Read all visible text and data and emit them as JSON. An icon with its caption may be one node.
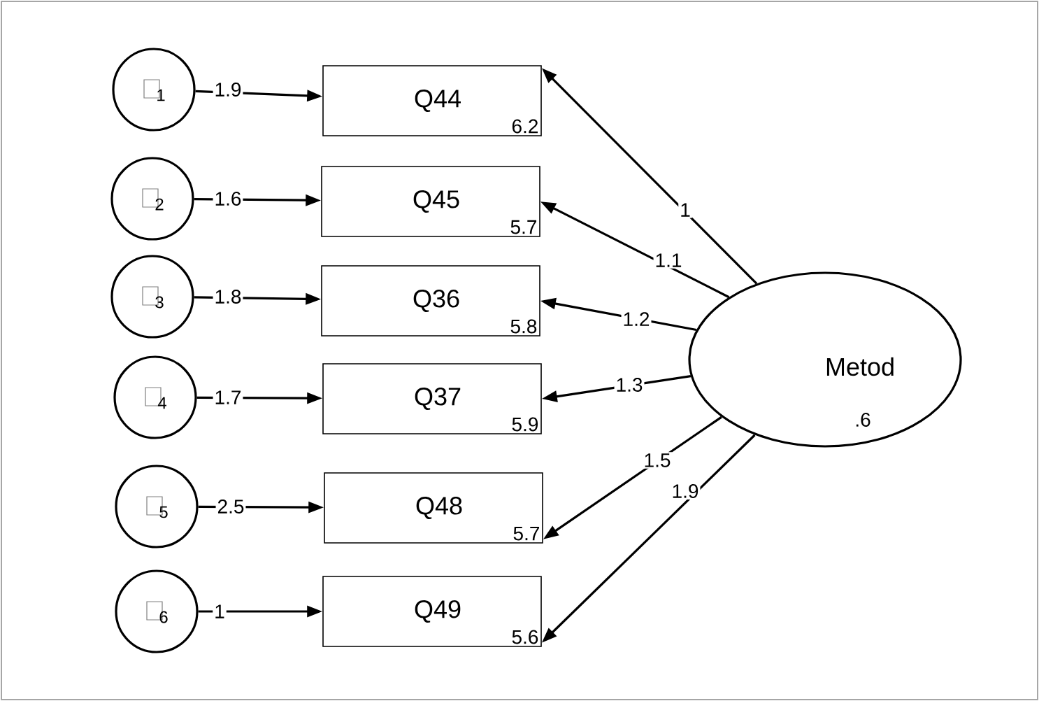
{
  "diagram": {
    "nodes": [
      {
        "text": [
          "1"
        ]
      },
      {
        "text": [
          "Q44",
          "6.2"
        ]
      },
      {
        "text": [
          "2"
        ]
      },
      {
        "text": [
          "Q45",
          "5.7"
        ]
      },
      {
        "text": [
          "3"
        ]
      },
      {
        "text": [
          "Q36",
          "5.8"
        ]
      },
      {
        "text": [
          "4"
        ]
      },
      {
        "text": [
          "Q37",
          "5.9"
        ]
      },
      {
        "text": [
          "5"
        ]
      },
      {
        "text": [
          "Q48",
          "5.7"
        ]
      },
      {
        "text": [
          "6"
        ]
      },
      {
        "text": [
          "Q49",
          "5.6"
        ]
      },
      {
        "text": [
          "Metod",
          ".6"
        ]
      }
    ],
    "edges": [
      {
        "from": 0,
        "to": 1,
        "arrow": "to",
        "label": "1.9"
      },
      {
        "from": 2,
        "to": 3,
        "arrow": "to",
        "label": "1.6"
      },
      {
        "from": 4,
        "to": 5,
        "arrow": "to",
        "label": "1.8"
      },
      {
        "from": 6,
        "to": 7,
        "arrow": "to",
        "label": "1.7"
      },
      {
        "from": 8,
        "to": 9,
        "arrow": "to",
        "label": "2.5"
      },
      {
        "from": 10,
        "to": 11,
        "arrow": "to",
        "label": "1"
      },
      {
        "from": 12,
        "to": 1,
        "arrow": "to",
        "label": "1"
      },
      {
        "from": 12,
        "to": 3,
        "arrow": "to",
        "label": "1.1"
      },
      {
        "from": 12,
        "to": 5,
        "arrow": "to",
        "label": "1.2"
      },
      {
        "from": 12,
        "to": 7,
        "arrow": "to",
        "label": "1.3"
      },
      {
        "from": 12,
        "to": 9,
        "arrow": "to",
        "label": "1.5"
      },
      {
        "from": 12,
        "to": 11,
        "arrow": "to",
        "label": "1.9"
      }
    ]
  }
}
